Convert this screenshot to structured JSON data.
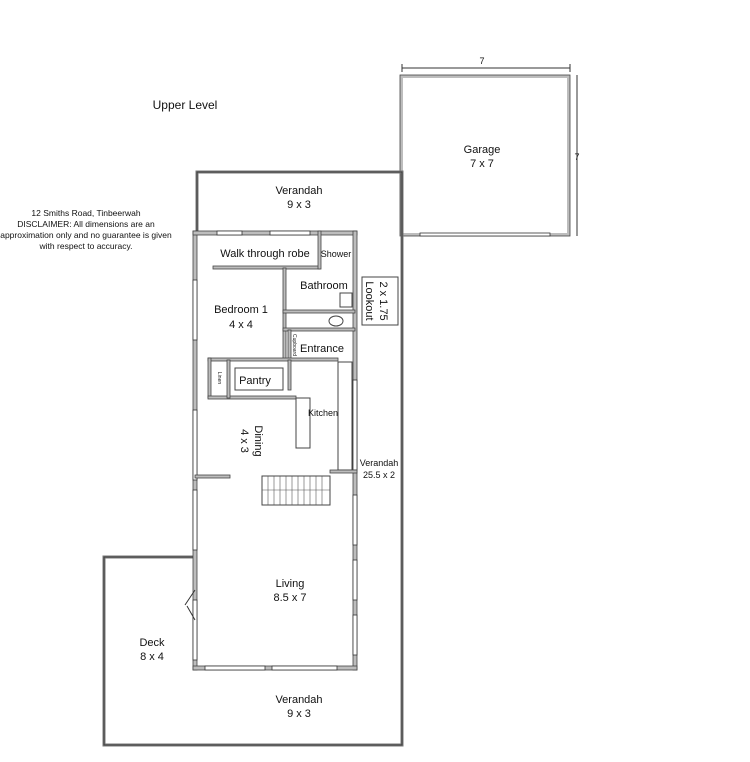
{
  "title": "Upper Level",
  "disclaimer": {
    "line1": "12 Smiths Road, Tinbeerwah",
    "line2": "DISCLAIMER:  All dimensions are an",
    "line3": "approximation only and no guarantee is given",
    "line4": "with respect to accuracy."
  },
  "dimensions": {
    "garage_width": "7",
    "garage_depth": "7"
  },
  "rooms": {
    "garage": {
      "name": "Garage",
      "size": "7 x 7"
    },
    "verandah_top": {
      "name": "Verandah",
      "size": "9 x 3"
    },
    "walk_through_robe": {
      "name": "Walk through robe"
    },
    "shower": {
      "name": "Shower"
    },
    "bathroom": {
      "name": "Bathroom"
    },
    "lookout": {
      "name": "Lookout",
      "size": "2 x 1.75"
    },
    "bedroom1": {
      "name": "Bedroom 1",
      "size": "4 x 4"
    },
    "cupboard": {
      "name": "Cupboard"
    },
    "entrance": {
      "name": "Entrance"
    },
    "linen": {
      "name": "Linen"
    },
    "pantry": {
      "name": "Pantry"
    },
    "kitchen": {
      "name": "Kitchen"
    },
    "dining": {
      "name": "Dining",
      "size": "4 x 3"
    },
    "verandah_side": {
      "name": "Verandah",
      "size": "25.5 x 2"
    },
    "living": {
      "name": "Living",
      "size": "8.5 x 7"
    },
    "deck": {
      "name": "Deck",
      "size": "8 x 4"
    },
    "verandah_bottom": {
      "name": "Verandah",
      "size": "9 x 3"
    }
  }
}
